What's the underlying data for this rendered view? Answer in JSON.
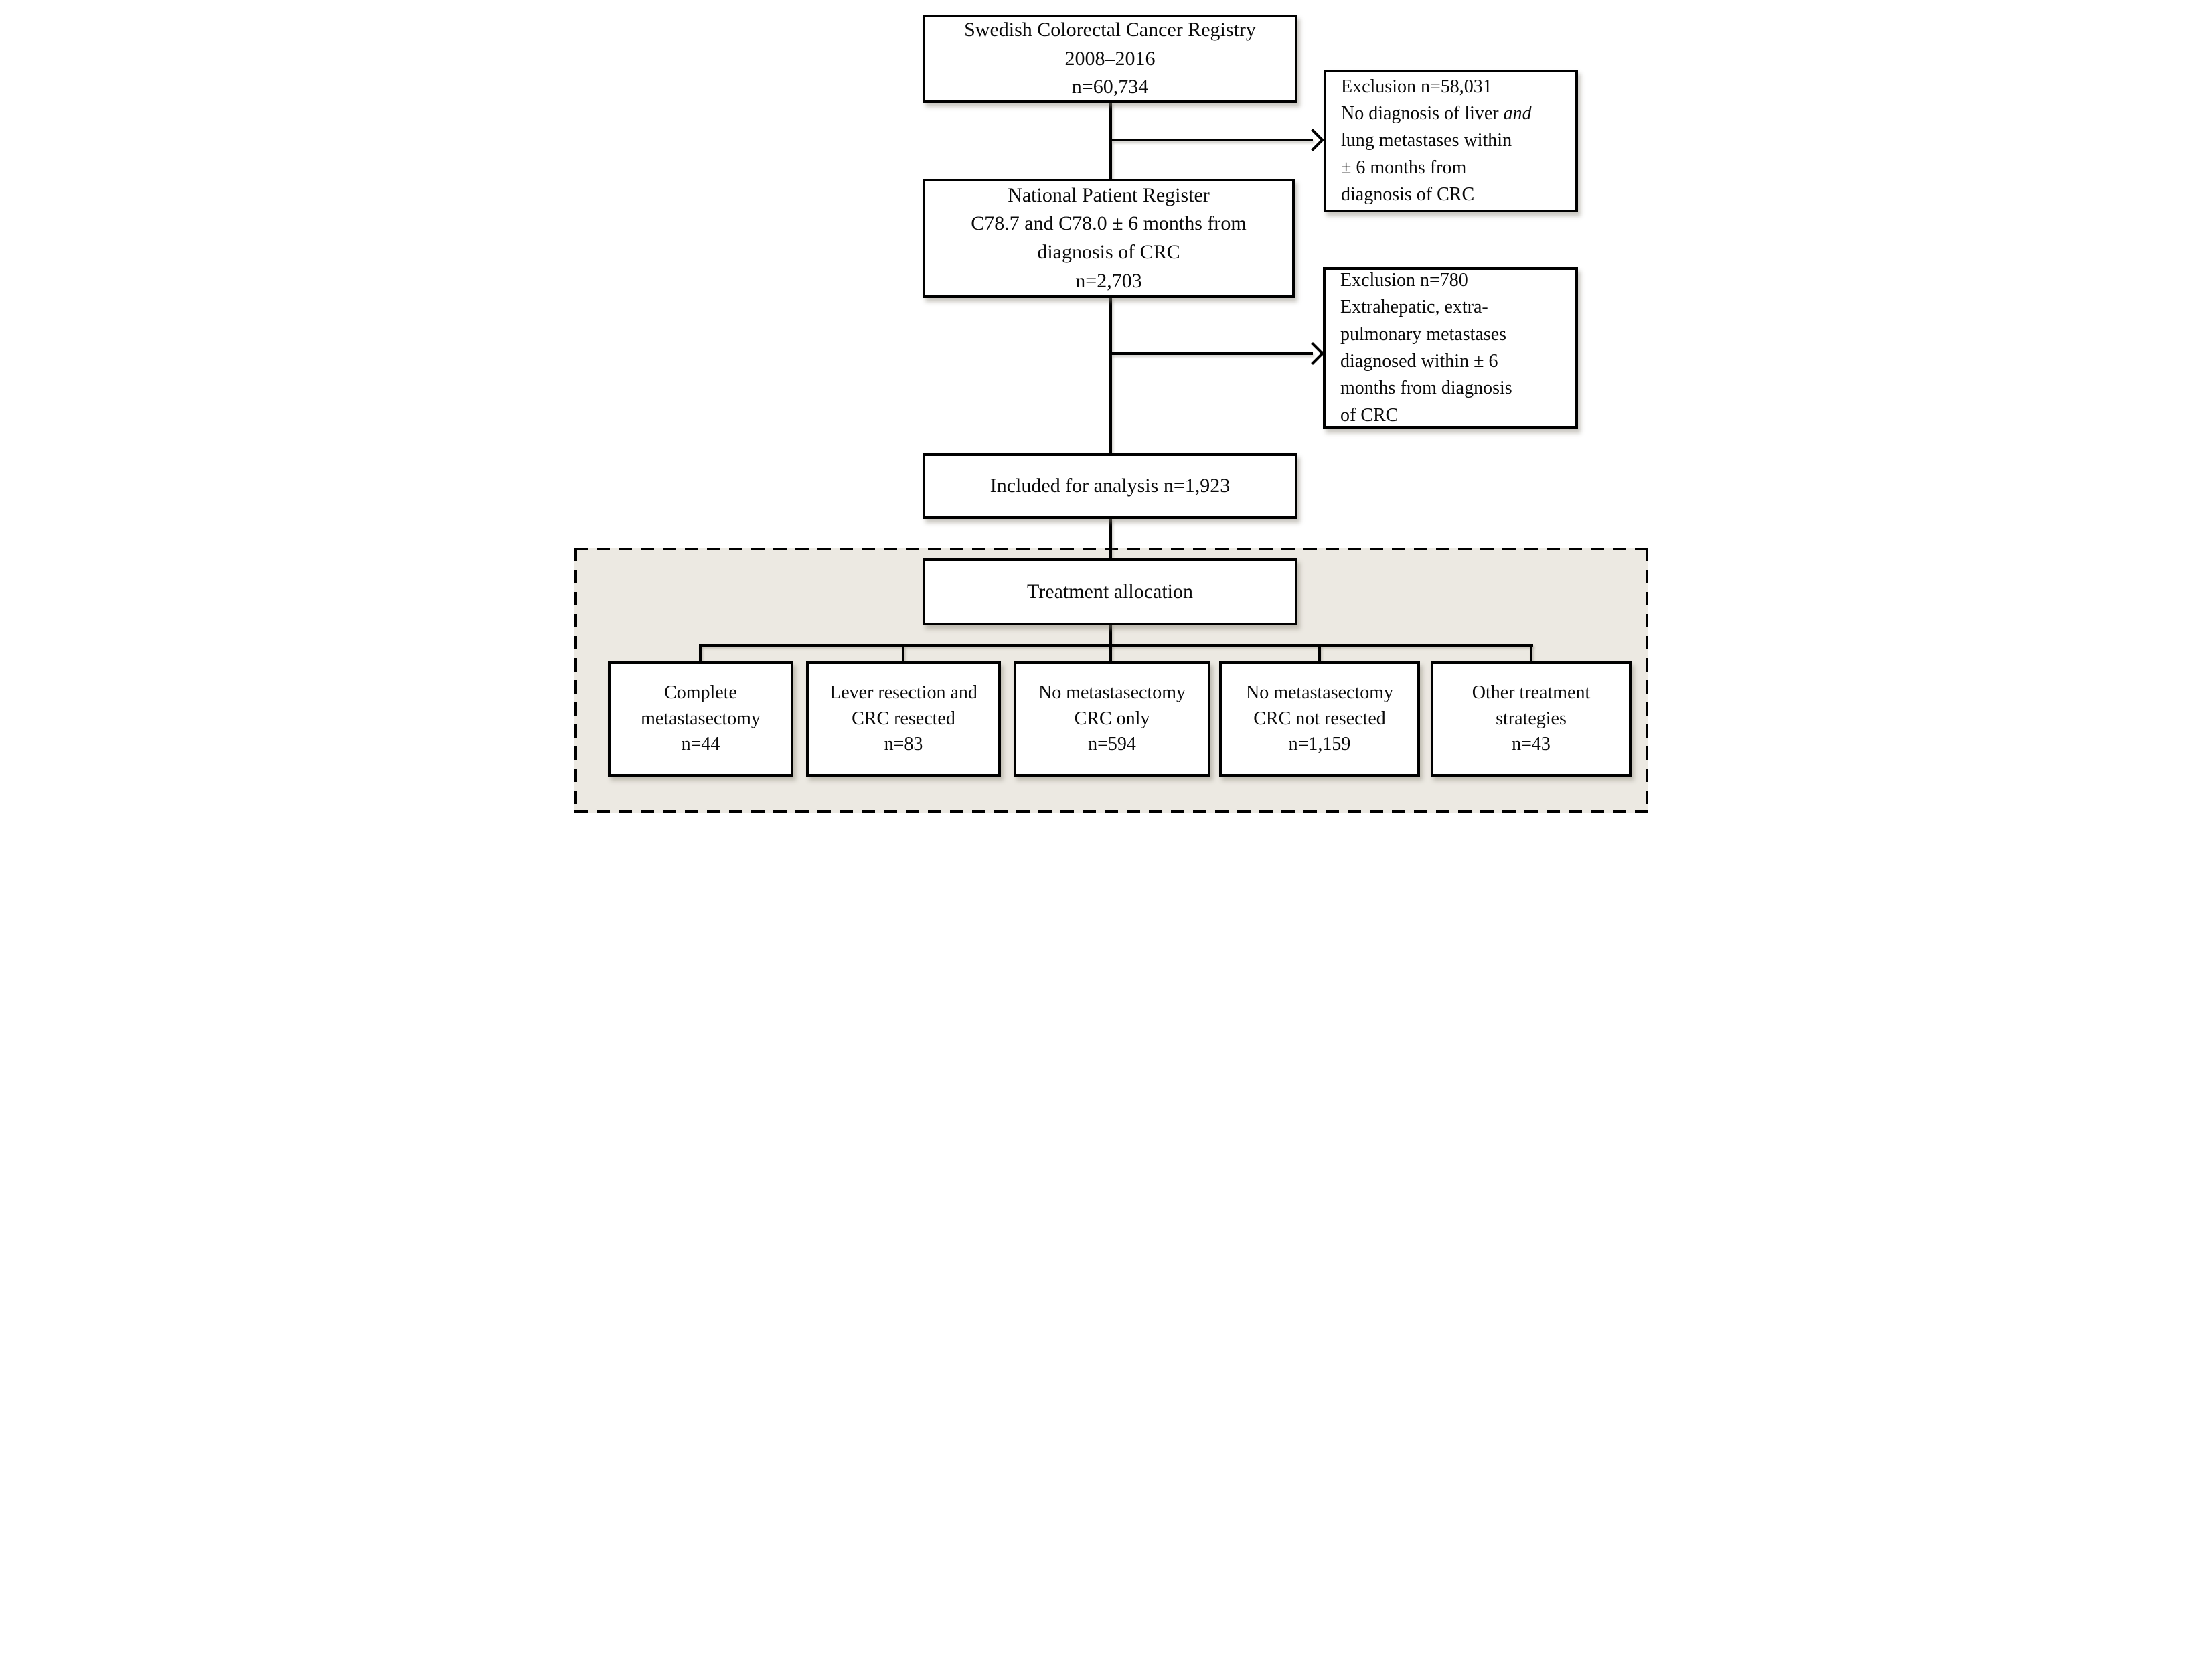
{
  "flow": {
    "registry_box": {
      "lines": [
        "Swedish Colorectal Cancer Registry",
        "2008–2016",
        "n=60,734"
      ]
    },
    "exclusion_top_box": {
      "line1": "Exclusion n=58,031",
      "line2_text": "No diagnosis of liver ",
      "line2_italic": "and",
      "line3": "lung metastases within",
      "line4": "± 6 months from",
      "line5": "diagnosis of CRC"
    },
    "npr_box": {
      "lines": [
        "National Patient Register",
        "C78.7 and C78.0 ± 6 months from",
        "diagnosis of CRC",
        "n=2,703"
      ]
    },
    "exclusion_bottom_box": {
      "lines": [
        "Exclusion n=780",
        "Extrahepatic, extra-",
        "pulmonary metastases",
        "diagnosed within ± 6",
        "months from diagnosis",
        "of CRC"
      ]
    },
    "included_box": {
      "text": "Included for analysis n=1,923"
    },
    "treatment_box": {
      "text": "Treatment allocation"
    },
    "outcomes": [
      {
        "lines": [
          "Complete",
          "metastasectomy",
          "n=44"
        ]
      },
      {
        "lines": [
          "Lever resection and",
          "CRC resected",
          "n=83"
        ]
      },
      {
        "lines": [
          "No metastasectomy",
          "CRC only",
          "n=594"
        ]
      },
      {
        "lines": [
          "No metastasectomy",
          "CRC not resected",
          "n=1,159"
        ]
      },
      {
        "lines": [
          "Other treatment",
          "strategies",
          "n=43"
        ]
      }
    ],
    "colors": {
      "box_border": "#000000",
      "box_background": "#FFFFFF",
      "panel_background": "#ECE9E2",
      "text": "#0A0A0A"
    }
  }
}
